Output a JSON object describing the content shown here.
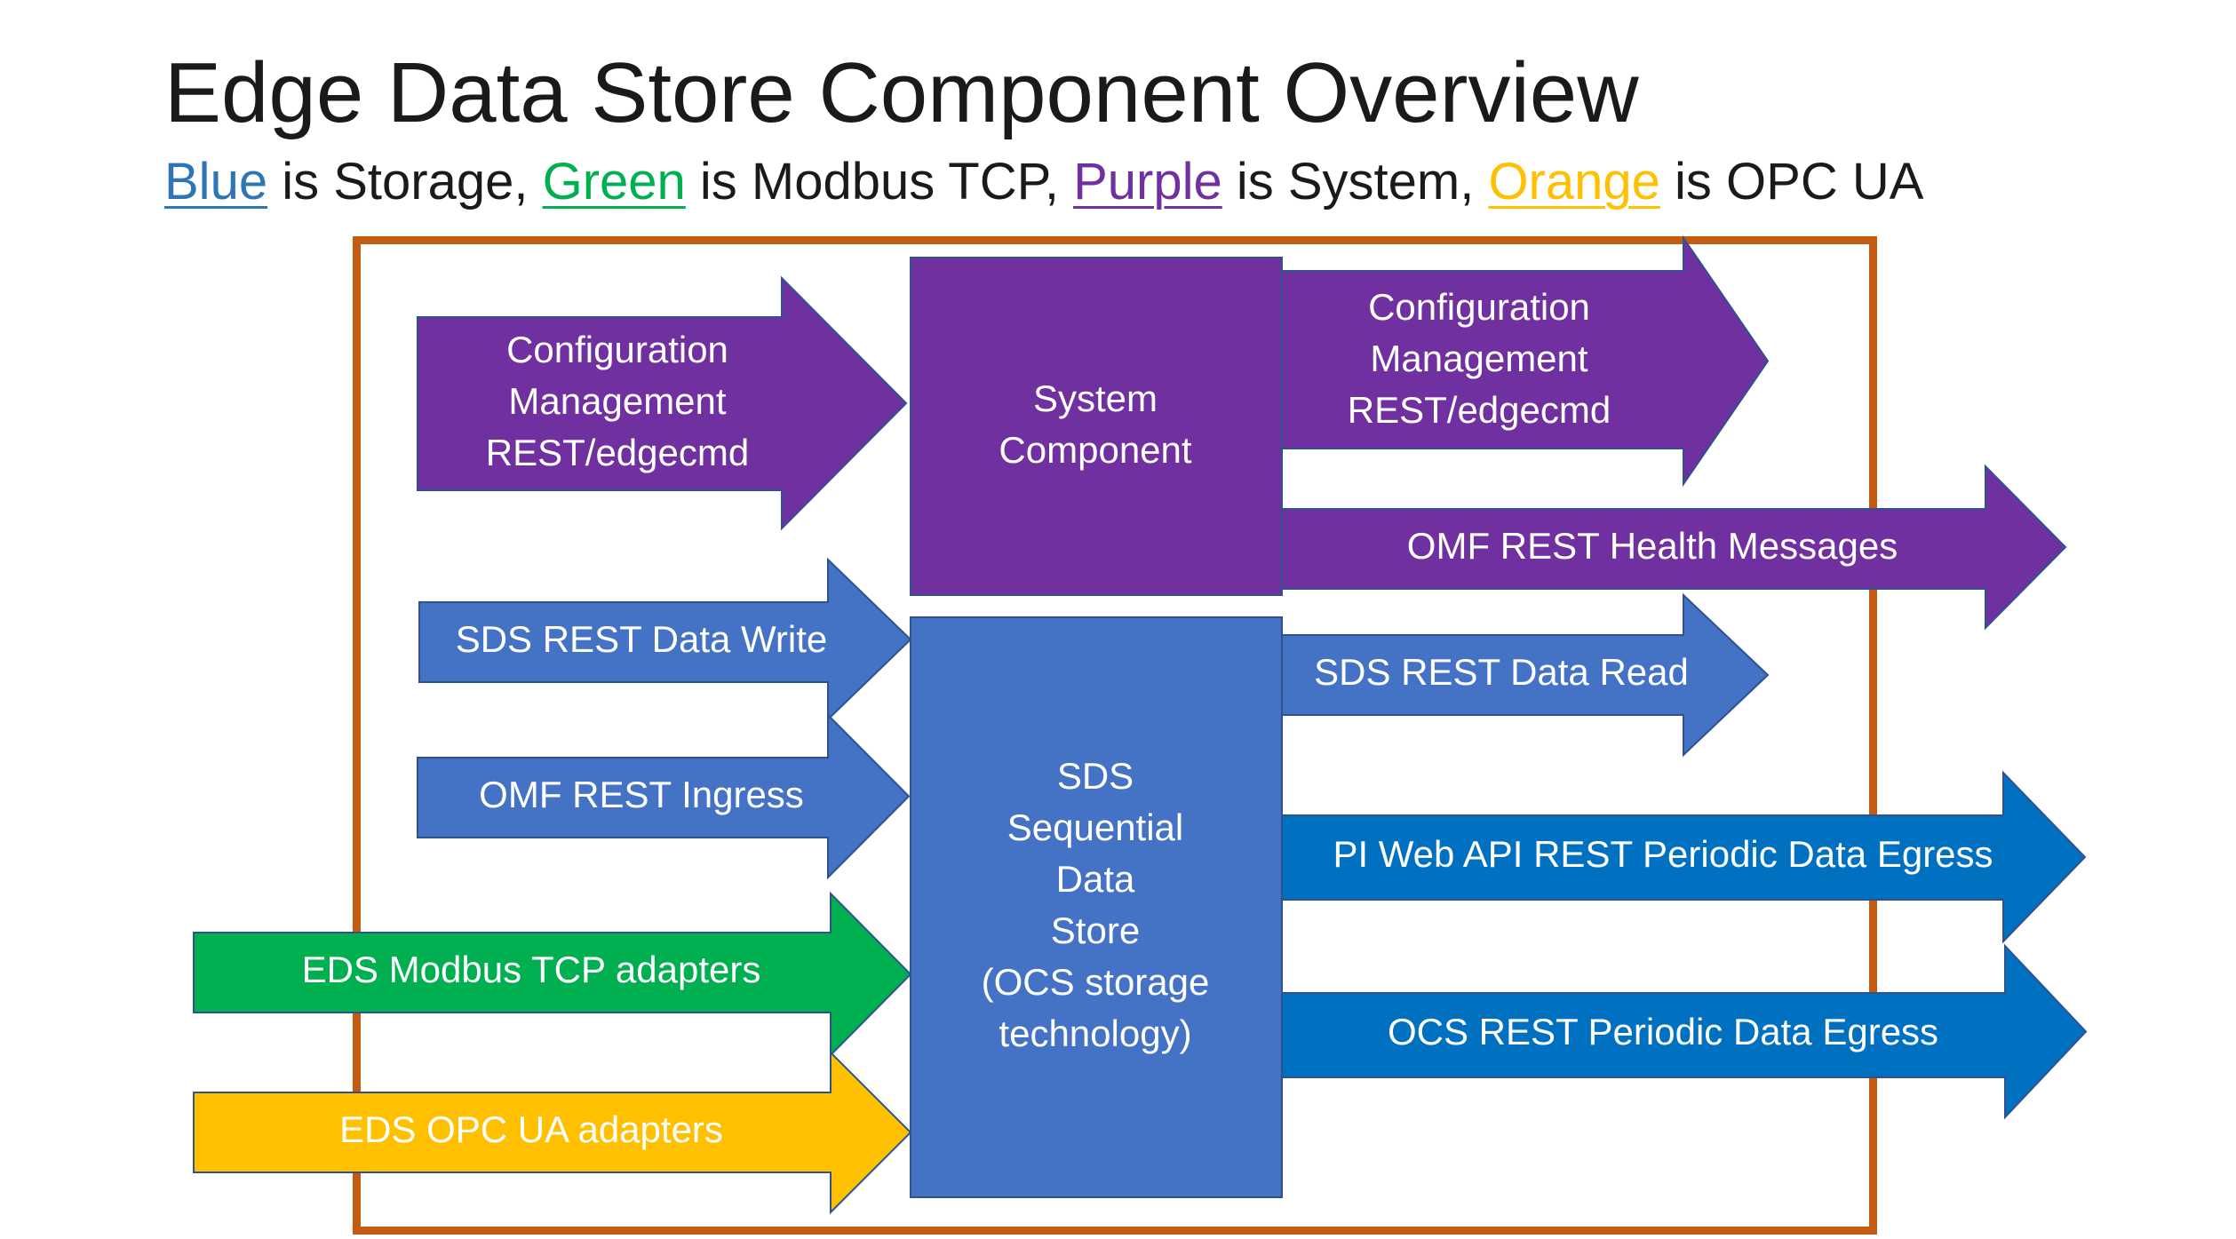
{
  "title": "Edge Data Store Component Overview",
  "legend": {
    "blue_word": "Blue",
    "blue_rest": " is Storage, ",
    "green_word": "Green",
    "green_rest": " is Modbus TCP, ",
    "purple_word": "Purple",
    "purple_rest": " is System, ",
    "orange_word": "Orange",
    "orange_rest": " is OPC UA"
  },
  "colors": {
    "purple": "#7030a0",
    "blue": "#4472c4",
    "dark_blue": "#0070c0",
    "green": "#00b050",
    "orange": "#ffc000",
    "frame": "#c55a11",
    "legend_blue": "#2e75b6",
    "legend_green": "#00b050",
    "legend_purple": "#7030a0",
    "legend_orange": "#ffc000"
  },
  "diagram": {
    "config_in": [
      "Configuration",
      "Management",
      "REST/edgecmd"
    ],
    "system_component": [
      "System",
      "Component"
    ],
    "config_out": [
      "Configuration",
      "Management",
      "REST/edgecmd"
    ],
    "omf_health": "OMF REST Health Messages",
    "sds_write": "SDS REST Data Write",
    "sds_store": [
      "SDS",
      "Sequential",
      "Data",
      "Store",
      "(OCS storage",
      "technology)"
    ],
    "sds_read": "SDS REST Data Read",
    "omf_ingress": "OMF REST Ingress",
    "pi_web_api": "PI Web API REST Periodic Data Egress",
    "modbus": "EDS Modbus TCP adapters",
    "ocs_egress": "OCS REST Periodic Data Egress",
    "opcua": "EDS OPC UA adapters"
  }
}
